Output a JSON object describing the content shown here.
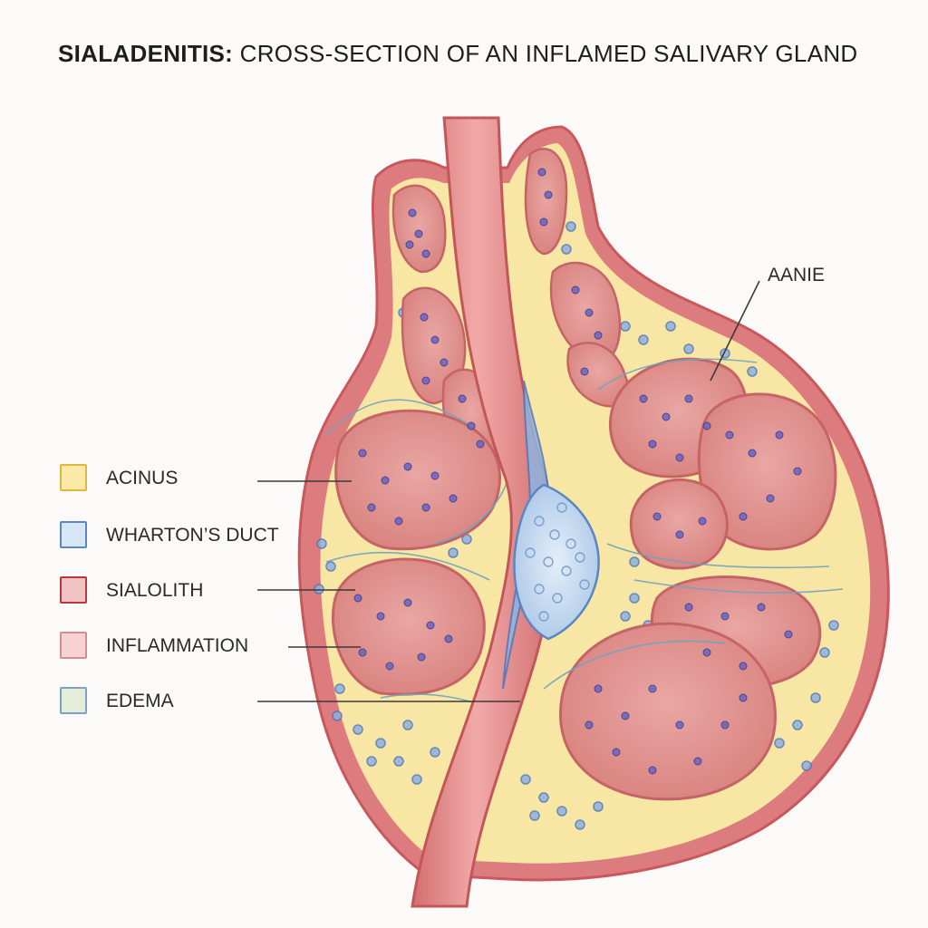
{
  "title": {
    "bold": "SIALADENITIS:",
    "rest": "CROSS-SECTION OF AN INFLAMED SALIVARY GLAND"
  },
  "legend": [
    {
      "label": "ACINUS",
      "fill": "#fbe9a8",
      "stroke": "#e0b642"
    },
    {
      "label": "WHARTON’S DUCT",
      "fill": "#d7e6f6",
      "stroke": "#5a86c4"
    },
    {
      "label": "SIALOLITH",
      "fill": "#f1c2c2",
      "stroke": "#b33a3e"
    },
    {
      "label": "INFLAMMATION",
      "fill": "#f6d2d2",
      "stroke": "#d98a8c"
    },
    {
      "label": "EDEMA",
      "fill": "#e4edd9",
      "stroke": "#7da3c4"
    }
  ],
  "callout": {
    "label": "AANIE"
  },
  "colors": {
    "capsule": "#d9676a",
    "fat": "#f8e6a4",
    "lobule": "#e39a98",
    "nucleus": "#6f68c0",
    "duct": "#d8797a",
    "stone": "#c6dcf2",
    "vessel": "#6fa4c0"
  }
}
